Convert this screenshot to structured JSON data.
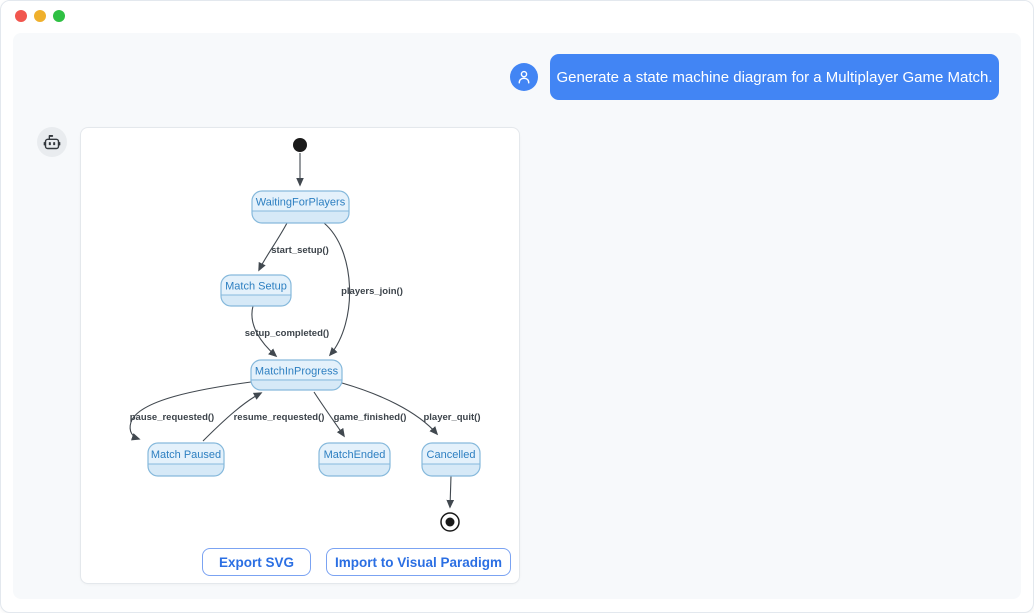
{
  "window": {
    "controls": [
      {
        "name": "close",
        "color": "#f1564e"
      },
      {
        "name": "minimize",
        "color": "#efb02c"
      },
      {
        "name": "maximize",
        "color": "#2fc043"
      }
    ]
  },
  "chat": {
    "user": {
      "message": "Generate a state machine diagram for a Multiplayer Game Match.",
      "avatar_icon": "person-icon",
      "bubble_color": "#4285f4"
    },
    "assistant": {
      "avatar_icon": "robot-icon"
    }
  },
  "diagram": {
    "kind": "uml-state-machine",
    "initial_state": "initial",
    "final_state": "final",
    "states": [
      {
        "label": "WaitingForPlayers"
      },
      {
        "label": "Match Setup"
      },
      {
        "label": "MatchInProgress"
      },
      {
        "label": "Match Paused"
      },
      {
        "label": "MatchEnded"
      },
      {
        "label": "Cancelled"
      }
    ],
    "transitions": [
      {
        "from": "initial",
        "to": "WaitingForPlayers",
        "label": ""
      },
      {
        "from": "WaitingForPlayers",
        "to": "Match Setup",
        "label": "start_setup()"
      },
      {
        "from": "WaitingForPlayers",
        "to": "MatchInProgress",
        "label": "players_join()"
      },
      {
        "from": "Match Setup",
        "to": "MatchInProgress",
        "label": "setup_completed()"
      },
      {
        "from": "MatchInProgress",
        "to": "Match Paused",
        "label": "pause_requested()"
      },
      {
        "from": "Match Paused",
        "to": "MatchInProgress",
        "label": "resume_requested()"
      },
      {
        "from": "MatchInProgress",
        "to": "MatchEnded",
        "label": "game_finished()"
      },
      {
        "from": "MatchInProgress",
        "to": "Cancelled",
        "label": "player_quit()"
      },
      {
        "from": "Cancelled",
        "to": "final",
        "label": ""
      }
    ],
    "colors": {
      "state_fill_title": "#e4f1fb",
      "state_fill_body": "#d6e9f7",
      "state_border": "#86b9dc",
      "state_text": "#2d7fc1",
      "edge": "#41484f",
      "edge_label": "#3d444b"
    }
  },
  "actions": {
    "export_svg": "Export SVG",
    "import_vp": "Import to Visual Paradigm"
  }
}
